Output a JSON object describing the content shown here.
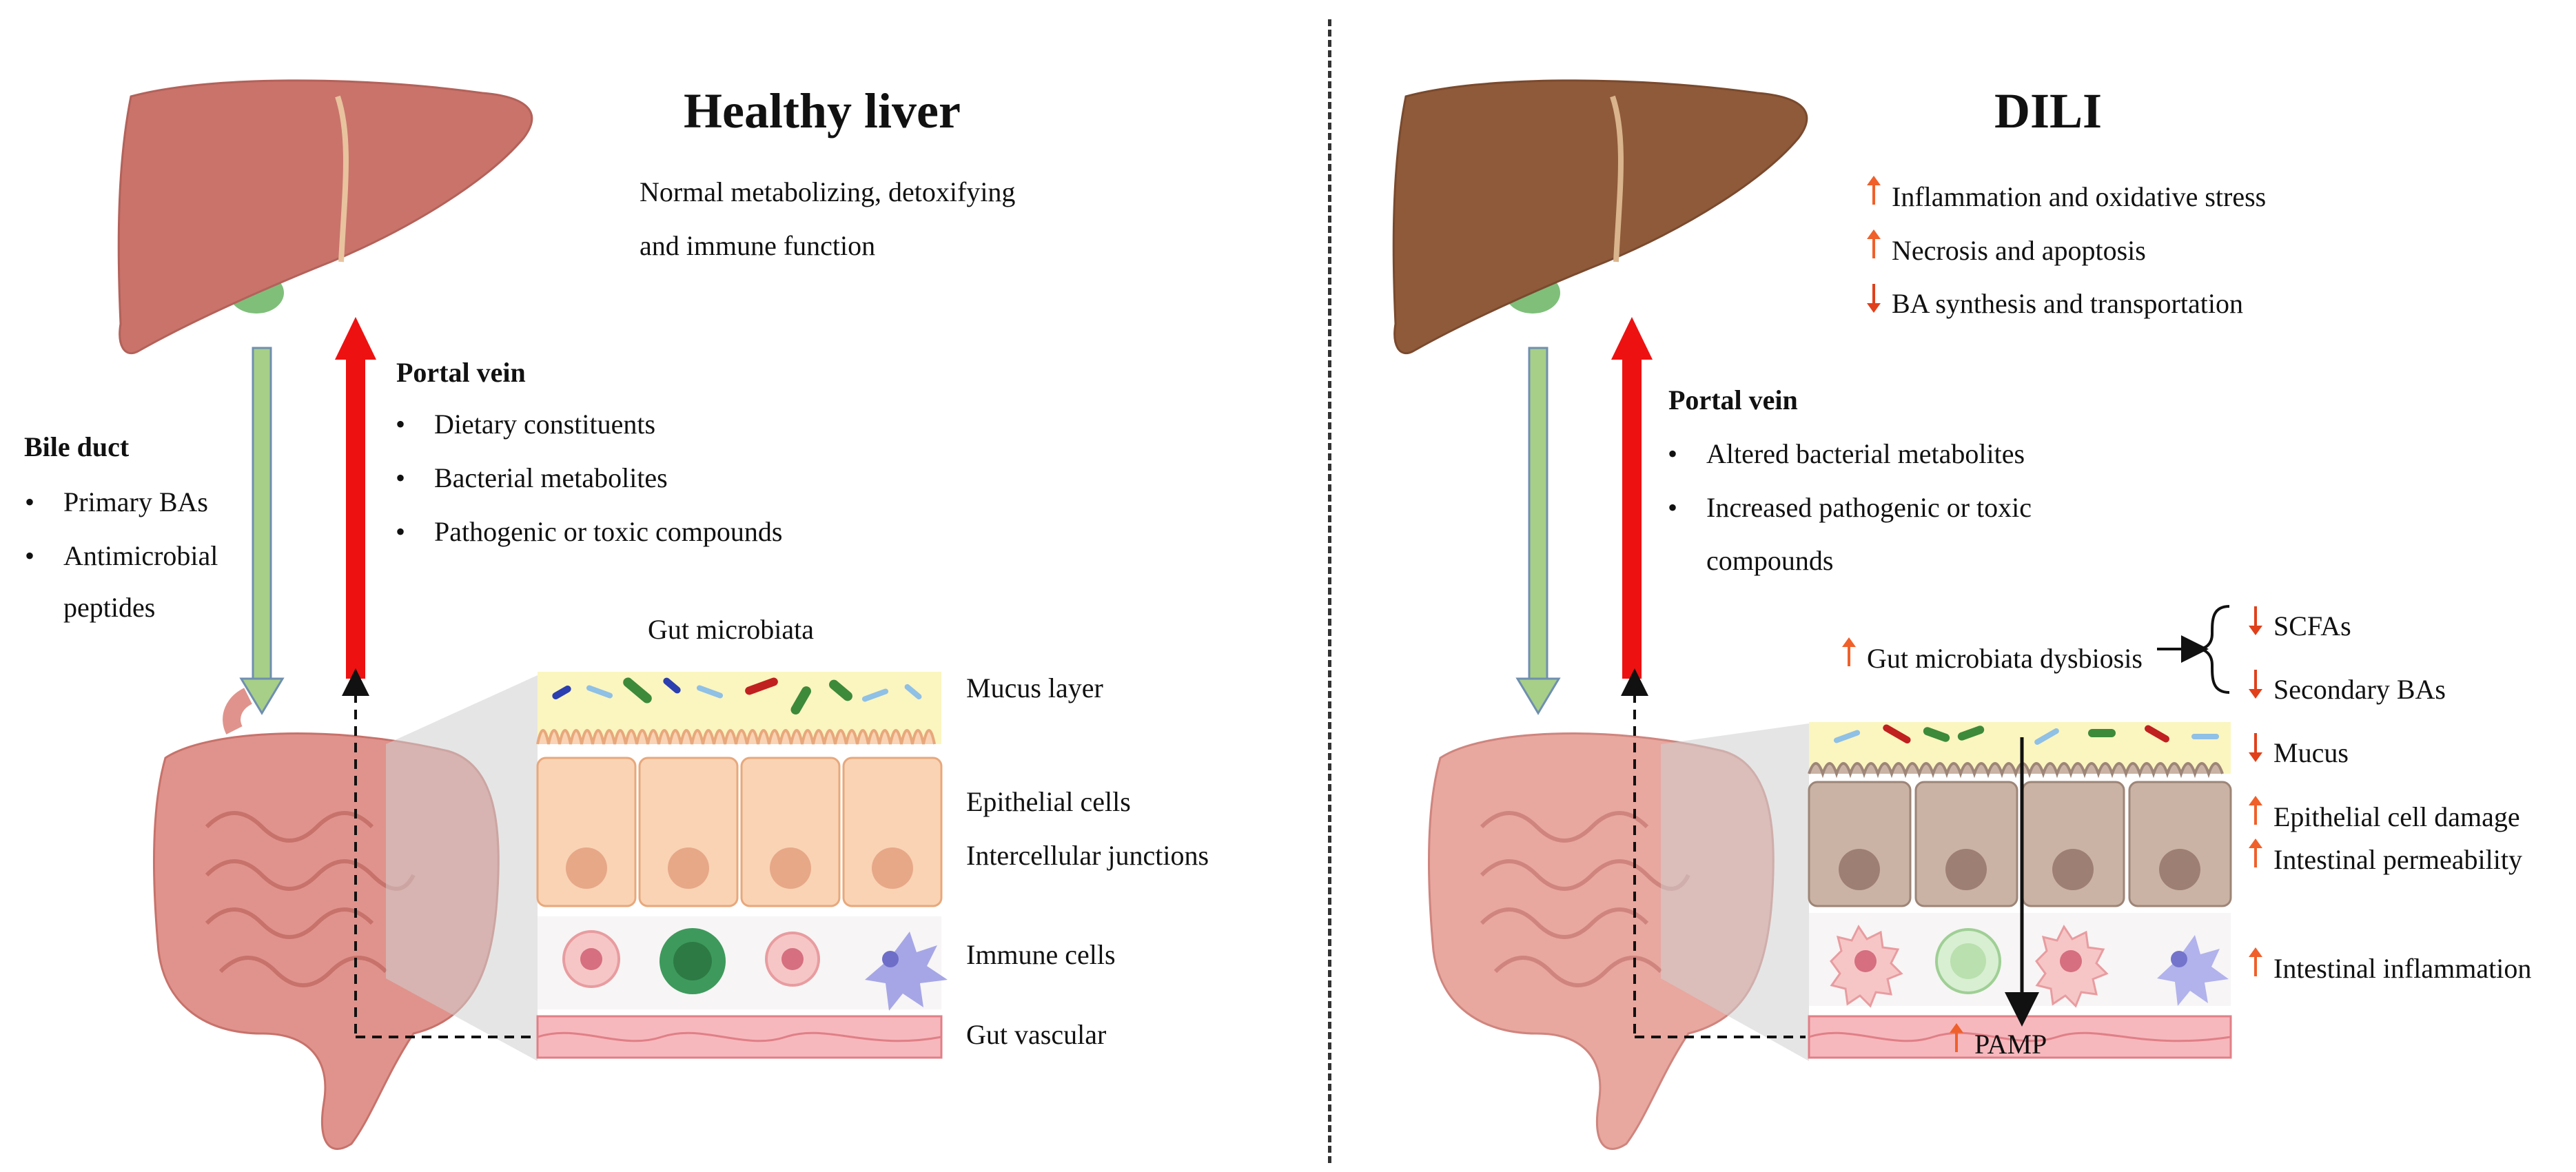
{
  "colors": {
    "healthy_liver": "#c9736b",
    "dili_liver": "#8f5a3a",
    "portal_vein_arrow": "#ee1111",
    "bile_duct_arrow": "#a7cf87",
    "increase_arrow": "#f0602a",
    "mucus": "#fbf5c0",
    "epithelium_healthy": "#f9d3b4",
    "epithelium_dili": "#cab3a4",
    "vascular": "#f6b8bd"
  },
  "left": {
    "title": "Healthy liver",
    "description_line1": "Normal metabolizing, detoxifying",
    "description_line2": "and immune function",
    "portal_vein": {
      "heading": "Portal vein",
      "items": [
        "Dietary constituents",
        "Bacterial metabolites",
        "Pathogenic or toxic compounds"
      ]
    },
    "bile_duct": {
      "heading": "Bile duct",
      "items": [
        "Primary BAs",
        "Antimicrobial",
        "peptides"
      ]
    },
    "inset_title": "Gut microbiata",
    "layers": [
      "Mucus layer",
      "Epithelial cells",
      "Intercellular junctions",
      "Immune cells",
      "Gut vascular"
    ]
  },
  "right": {
    "title": "DILI",
    "effects": [
      {
        "direction": "up",
        "label": "Inflammation and oxidative stress"
      },
      {
        "direction": "up",
        "label": "Necrosis and apoptosis"
      },
      {
        "direction": "down",
        "label": "BA synthesis and transportation"
      }
    ],
    "portal_vein": {
      "heading": "Portal vein",
      "items": [
        "Altered bacterial metabolites",
        "Increased pathogenic or toxic",
        "compounds"
      ]
    },
    "dysbiosis": "Gut microbiata dysbiosis",
    "dysbiosis_effects": [
      {
        "direction": "down",
        "label": "SCFAs"
      },
      {
        "direction": "down",
        "label": "Secondary BAs"
      }
    ],
    "layers": [
      {
        "direction": "down",
        "label": "Mucus"
      },
      {
        "direction": "up",
        "label": "Epithelial cell damage"
      },
      {
        "direction": "up",
        "label": "Intestinal permeability"
      },
      {
        "direction": "up",
        "label": "Intestinal inflammation"
      }
    ],
    "pamp": "PAMP"
  }
}
